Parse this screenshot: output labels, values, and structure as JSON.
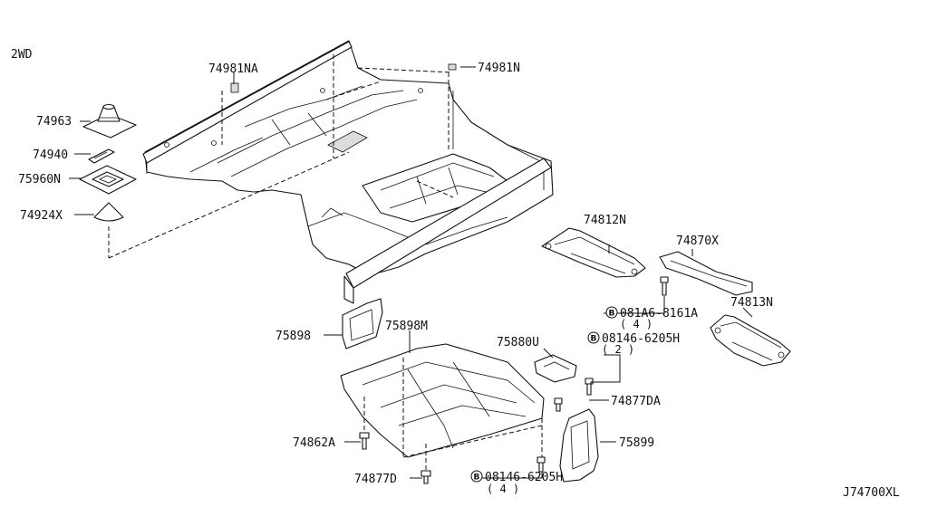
{
  "diagram": {
    "variant_label": "2WD",
    "diagram_code": "J74700XL",
    "bolt_symbol": "B",
    "callouts": {
      "c74981NA": "74981NA",
      "c74981N": "74981N",
      "c74963": "74963",
      "c74940": "74940",
      "c75960N": "75960N",
      "c74924X": "74924X",
      "c74812N": "74812N",
      "c74870X": "74870X",
      "c74813N": "74813N",
      "c081A6_8161A": "081A6-8161A",
      "c081A6_8161A_qty": "( 4 )",
      "c08146_6205H_a": "08146-6205H",
      "c08146_6205H_a_qty": "( 2 )",
      "c75898": "75898",
      "c75898M": "75898M",
      "c75880U": "75880U",
      "c74877DA": "74877DA",
      "c74862A": "74862A",
      "c75899": "75899",
      "c74877D": "74877D",
      "c08146_6205H_b": "08146-6205H",
      "c08146_6205H_b_qty": "( 4 )"
    }
  }
}
